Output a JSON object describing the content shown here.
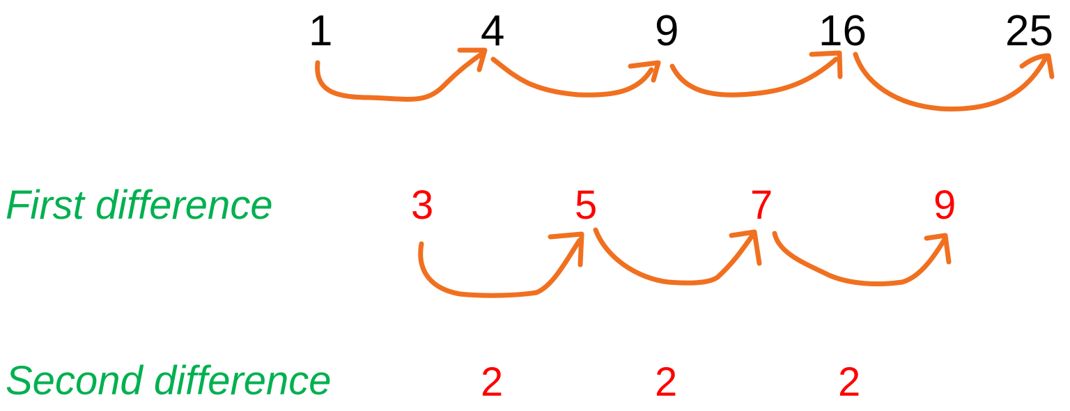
{
  "sequence": [
    "1",
    "4",
    "9",
    "16",
    "25"
  ],
  "first_difference": {
    "label": "First difference",
    "values": [
      "3",
      "5",
      "7",
      "9"
    ]
  },
  "second_difference": {
    "label": "Second difference",
    "values": [
      "2",
      "2",
      "2"
    ]
  },
  "colors": {
    "sequence": "#000000",
    "differences": "#ff0000",
    "labels": "#00b050",
    "arrows": "#f07020"
  }
}
